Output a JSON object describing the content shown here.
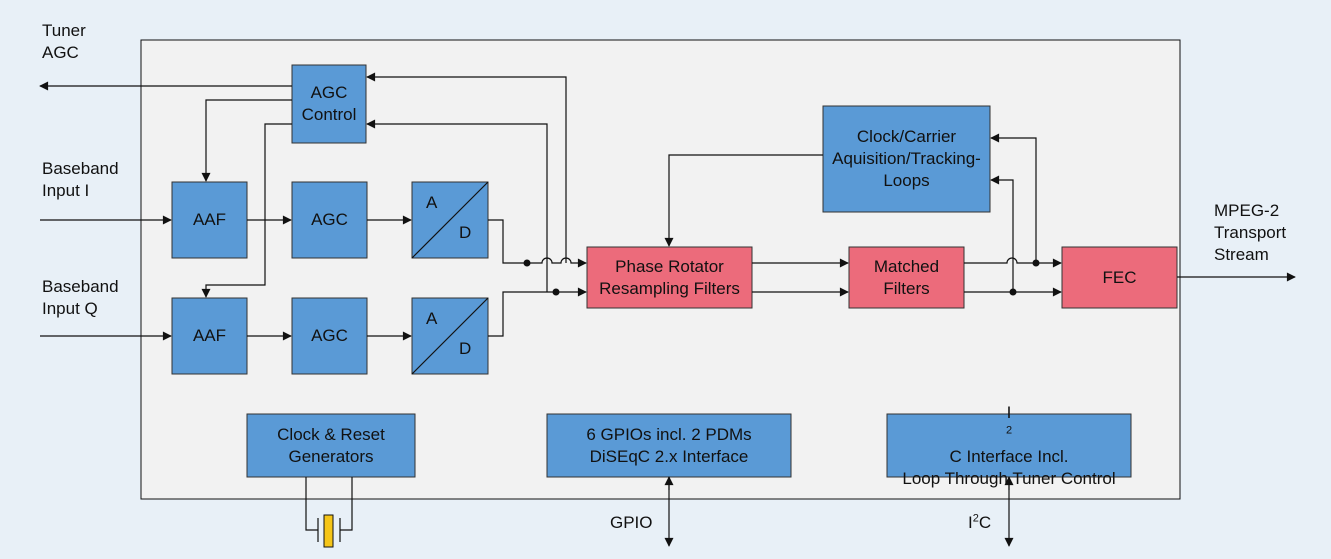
{
  "colors": {
    "background": "#e8f0f7",
    "chip": "#f2f2f2",
    "blue_block": "#5a9ad6",
    "red_block": "#ec6b7b",
    "crystal": "#f5c518",
    "line": "#111111"
  },
  "external": {
    "tuner_agc": [
      "Tuner",
      "AGC"
    ],
    "baseband_i": [
      "Baseband",
      "Input I"
    ],
    "baseband_q": [
      "Baseband",
      "Input Q"
    ],
    "mpeg2": [
      "MPEG-2",
      "Transport",
      "Stream"
    ],
    "gpio": "GPIO",
    "i2c_base": "I",
    "i2c_sup": "2",
    "i2c_tail": "C"
  },
  "blocks": {
    "agc_control": [
      "AGC",
      "Control"
    ],
    "aaf_i": [
      "AAF"
    ],
    "agc_i": [
      "AGC"
    ],
    "ad_i_a": "A",
    "ad_i_d": "D",
    "aaf_q": [
      "AAF"
    ],
    "agc_q": [
      "AGC"
    ],
    "ad_q_a": "A",
    "ad_q_d": "D",
    "phase_rotator": [
      "Phase Rotator",
      "Resampling Filters"
    ],
    "matched_filters": [
      "Matched",
      "Filters"
    ],
    "fec": [
      "FEC"
    ],
    "clock_carrier": [
      "Clock/Carrier",
      "Aquisition/Tracking-",
      "Loops"
    ],
    "clock_reset": [
      "Clock & Reset",
      "Generators"
    ],
    "gpio_block": [
      "6 GPIOs incl. 2 PDMs",
      "DiSEqC 2.x Interface"
    ],
    "i2c_block_line1_base": "I",
    "i2c_block_line1_sup": "2",
    "i2c_block_line1_tail": "C Interface Incl.",
    "i2c_block_line2": "Loop Through Tuner Control"
  }
}
